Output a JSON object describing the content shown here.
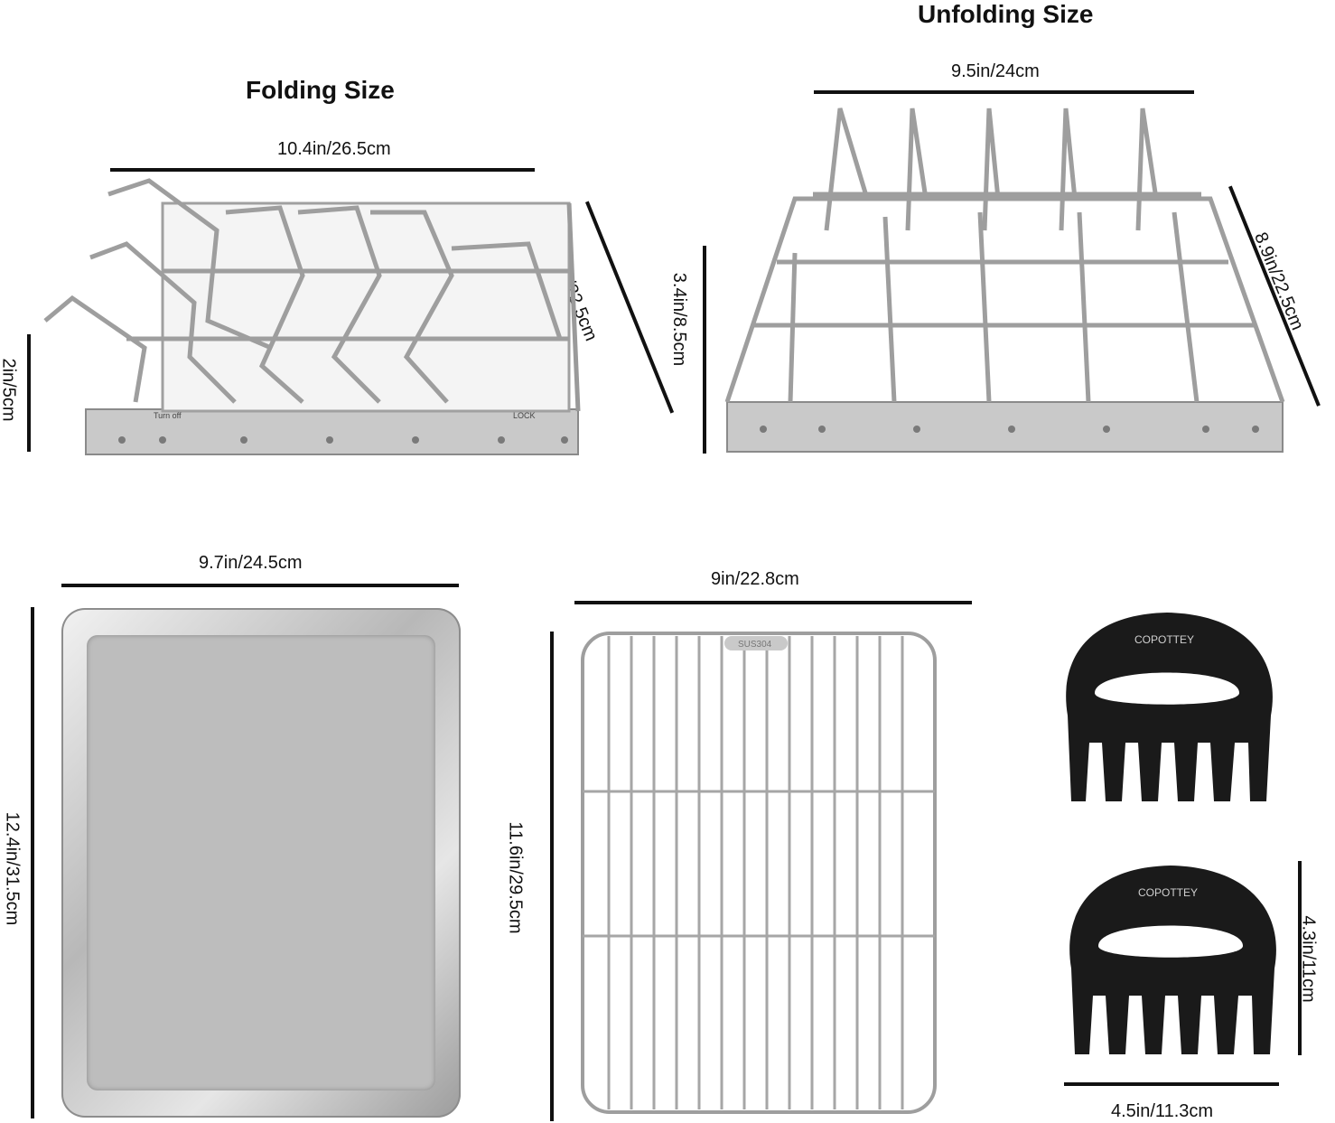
{
  "titles": {
    "folding": "Folding Size",
    "unfolding": "Unfolding Size"
  },
  "dimensions": {
    "folding_width": "10.4in/26.5cm",
    "folding_depth": "8.9in/22.5cm",
    "folding_height": "2in/5cm",
    "unfolding_width": "9.5in/24cm",
    "unfolding_depth": "8.9in/22.5cm",
    "unfolding_height": "3.4in/8.5cm",
    "tray_width": "9.7in/24.5cm",
    "tray_height": "12.4in/31.5cm",
    "grid_width": "9in/22.8cm",
    "grid_height": "11.6in/29.5cm",
    "claw_height": "4.3in/11cm",
    "claw_width": "4.5in/11.3cm"
  },
  "product_labels": {
    "claw_brand": "COPOTTEY",
    "grid_stamp": "SUS304",
    "rack_turn_off": "Turn off",
    "rack_lock": "LOCK"
  },
  "colors": {
    "steel": "#a9a9a9",
    "steel_light": "#d8d8d8",
    "tray_inner": "#bdbdbd",
    "claw": "#1a1a1a",
    "bar": "#111111"
  }
}
